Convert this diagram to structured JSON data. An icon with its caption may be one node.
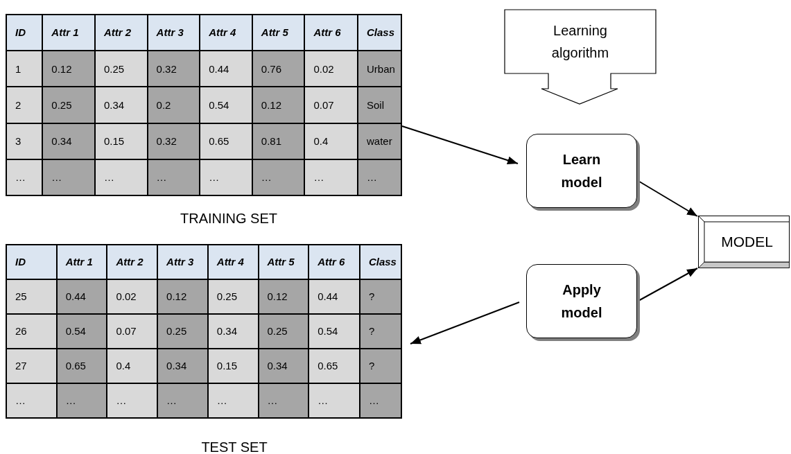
{
  "diagram": {
    "nodes": [
      {
        "text": [],
        "shape": "box",
        "beside": [
          "TRAINING SET"
        ]
      },
      {
        "text": [],
        "shape": "box",
        "beside": [
          "TEST SET"
        ]
      },
      {
        "text": [
          "Learning algorithm"
        ]
      },
      {
        "text": [
          "Learn model"
        ]
      },
      {
        "text": [
          "Apply model"
        ]
      },
      {
        "text": [
          "MODEL"
        ]
      }
    ],
    "edges": [
      {
        "from": 0,
        "to": 3,
        "arrow": "to"
      },
      {
        "from": 3,
        "to": 5,
        "arrow": "to"
      },
      {
        "from": 4,
        "to": 5,
        "arrow": "to"
      },
      {
        "from": 4,
        "to": 1,
        "arrow": "to"
      }
    ],
    "labels": [
      "ID",
      "Attr 1",
      "Attr 2",
      "Attr 3",
      "Attr 4",
      "Attr 5",
      "Attr 6",
      "Class",
      "1",
      "0.12",
      "0.25",
      "0.32",
      "0.44",
      "0.76",
      "0.02",
      "Urban",
      "2",
      "0.25",
      "0.34",
      "0.2",
      "0.54",
      "0.12",
      "0.07",
      "Soil",
      "3",
      "0.34",
      "0.15",
      "0.32",
      "0.65",
      "0.81",
      "0.4",
      "water",
      "…",
      "…",
      "…",
      "…",
      "…",
      "…",
      "…",
      "…",
      "ID",
      "Attr 1",
      "Attr 2",
      "Attr 3",
      "Attr 4",
      "Attr 5",
      "Attr 6",
      "Class",
      "25",
      "0.44",
      "0.02",
      "0.12",
      "0.25",
      "0.12",
      "0.44",
      "?",
      "26",
      "0.54",
      "0.07",
      "0.25",
      "0.34",
      "0.25",
      "0.54",
      "?",
      "27",
      "0.65",
      "0.4",
      "0.34",
      "0.15",
      "0.34",
      "0.65",
      "?",
      "…",
      "…",
      "…",
      "…",
      "…",
      "…",
      "…",
      "…"
    ]
  }
}
